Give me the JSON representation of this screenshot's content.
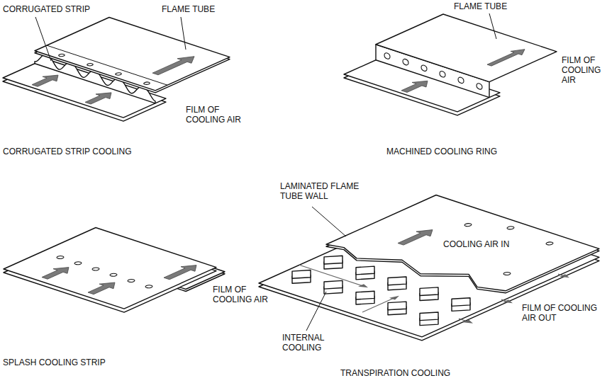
{
  "diagram": {
    "labels": [
      "CORRUGATED STRIP",
      "FLAME TUBE",
      "FILM OF COOLING AIR",
      "CORRUGATED STRIP COOLING",
      "FLAME TUBE",
      "FILM OF COOLING AIR",
      "MACHINED COOLING RING",
      "FILM OF COOLING AIR",
      "SPLASH COOLING STRIP",
      "LAMINATED FLAME TUBE WALL",
      "COOLING AIR IN",
      "FILM OF COOLING AIR OUT",
      "INTERNAL COOLING",
      "TRANSPIRATION COOLING"
    ]
  }
}
